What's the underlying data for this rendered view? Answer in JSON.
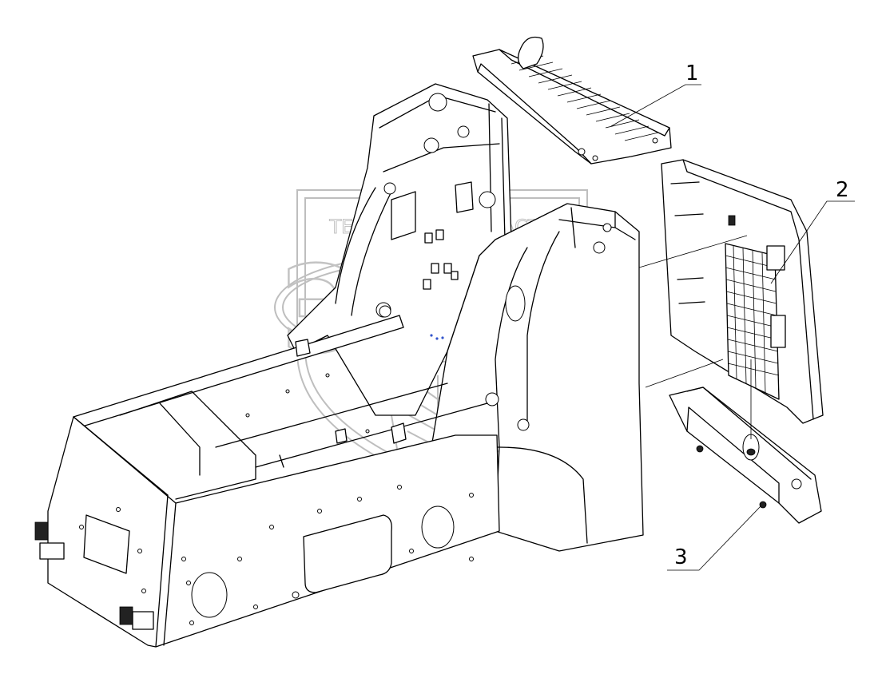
{
  "watermark": {
    "line1": "ТЕХНИКА И ЗАПЧАСТИ",
    "line2": "ЭПФ",
    "color": "#bdbdbd"
  },
  "callouts": [
    {
      "label": "1"
    },
    {
      "label": "2"
    },
    {
      "label": "3"
    }
  ],
  "colors": {
    "line": "#000000",
    "background": "#ffffff",
    "accent_dots": "#3355cc"
  }
}
